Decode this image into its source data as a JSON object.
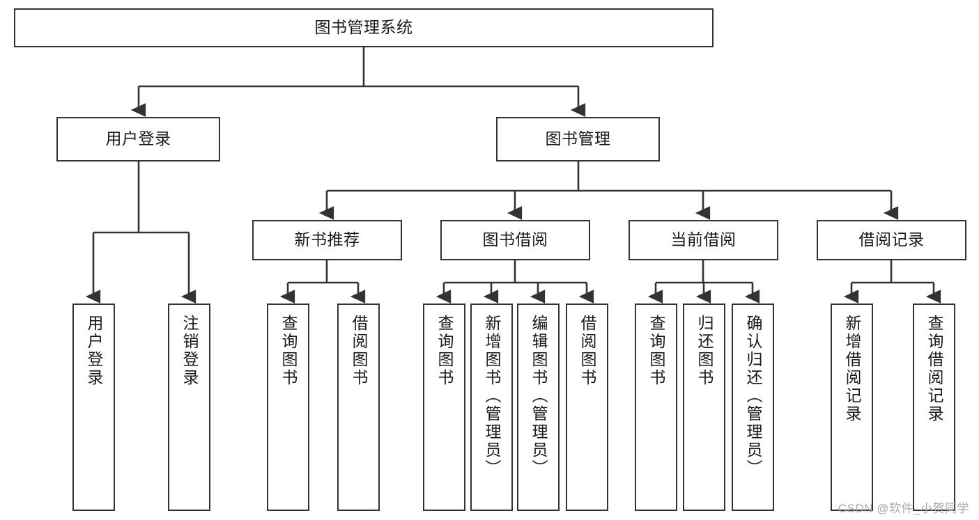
{
  "diagram": {
    "title": "图书管理系统",
    "watermark": "CSDN @软件_小贺同学",
    "colors": {
      "box_border": "#333333",
      "box_fill": "#ffffff",
      "edge": "#333333",
      "text": "#1a1a1a",
      "watermark": "#a8a8a8",
      "background": "#ffffff"
    },
    "nodes": {
      "root": {
        "label": "图书管理系统"
      },
      "level2": [
        {
          "id": "user-login",
          "label": "用户登录"
        },
        {
          "id": "book-management",
          "label": "图书管理"
        }
      ],
      "level3": [
        {
          "id": "new-book-recommend",
          "label": "新书推荐"
        },
        {
          "id": "book-borrow",
          "label": "图书借阅"
        },
        {
          "id": "current-borrow",
          "label": "当前借阅"
        },
        {
          "id": "borrow-record",
          "label": "借阅记录"
        }
      ],
      "leaves": {
        "user-login": [
          {
            "id": "leaf-user-login",
            "label": "用户登录"
          },
          {
            "id": "leaf-logout-login",
            "label": "注销登录"
          }
        ],
        "new-book-recommend": [
          {
            "id": "leaf-query-book-1",
            "label": "查询图书"
          },
          {
            "id": "leaf-borrow-book-1",
            "label": "借阅图书"
          }
        ],
        "book-borrow": [
          {
            "id": "leaf-query-book-2",
            "label": "查询图书"
          },
          {
            "id": "leaf-add-book",
            "label": "新增图书（管理员）"
          },
          {
            "id": "leaf-edit-book",
            "label": "编辑图书（管理员）"
          },
          {
            "id": "leaf-borrow-book-2",
            "label": "借阅图书"
          }
        ],
        "current-borrow": [
          {
            "id": "leaf-query-book-3",
            "label": "查询图书"
          },
          {
            "id": "leaf-return-book",
            "label": "归还图书"
          },
          {
            "id": "leaf-confirm-return",
            "label": "确认归还（管理员）"
          }
        ],
        "borrow-record": [
          {
            "id": "leaf-add-record",
            "label": "新增借阅记录"
          },
          {
            "id": "leaf-query-record",
            "label": "查询借阅记录"
          }
        ]
      }
    }
  }
}
